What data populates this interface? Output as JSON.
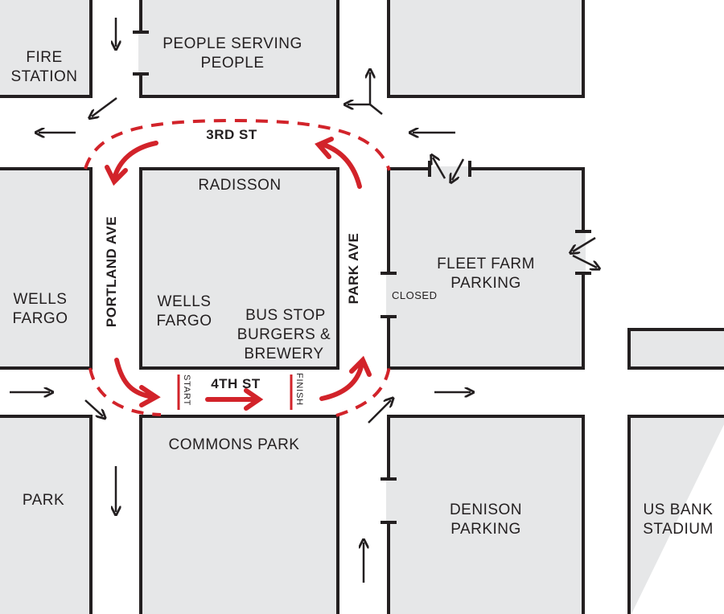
{
  "map": {
    "blocks": {
      "fire_station": "FIRE",
      "fire_station_2": "STATION",
      "people_serving": "PEOPLE SERVING",
      "people_serving_2": "PEOPLE",
      "radisson": "RADISSON",
      "wells_fargo_inner": "WELLS",
      "wells_fargo_inner_2": "FARGO",
      "bus_stop": "BUS STOP",
      "bus_stop_2": "BURGERS &",
      "bus_stop_3": "BREWERY",
      "wells_fargo_left": "WELLS",
      "wells_fargo_left_2": "FARGO",
      "fleet_farm": "FLEET FARM",
      "fleet_farm_2": "PARKING",
      "commons_park": "COMMONS PARK",
      "park": "PARK",
      "denison": "DENISON",
      "denison_2": "PARKING",
      "us_bank": "US BANK",
      "us_bank_2": "STADIUM"
    },
    "streets": {
      "third": "3RD ST",
      "fourth": "4TH ST",
      "portland": "PORTLAND AVE",
      "park_ave": "PARK AVE"
    },
    "notes": {
      "closed": "CLOSED",
      "start": "START",
      "finish": "FINISH"
    },
    "colors": {
      "route": "#d2232a",
      "block_fill": "#e6e7e8",
      "outline": "#231f20"
    }
  }
}
